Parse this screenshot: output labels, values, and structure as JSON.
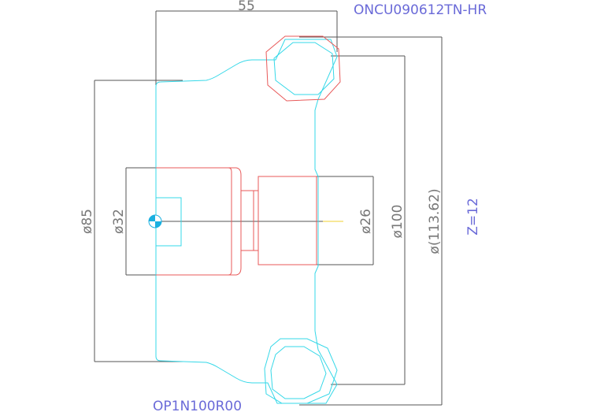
{
  "labels": {
    "insert_code": "ONCU090612TN-HR",
    "cutter_code": "OP1N100R00",
    "teeth": "Z=12"
  },
  "dimensions": {
    "width": "55",
    "body_diameter": "ø85",
    "bore_diameter": "ø32",
    "hub_diameter": "ø26",
    "cutting_diameter": "ø100",
    "outer_diameter": "ø(113.62)"
  },
  "colors": {
    "outline": "#35d8e8",
    "insert": "#e85a5a",
    "dimension": "#555555",
    "label": "#6a6ad8",
    "center_mark": "#1ab0e0"
  }
}
